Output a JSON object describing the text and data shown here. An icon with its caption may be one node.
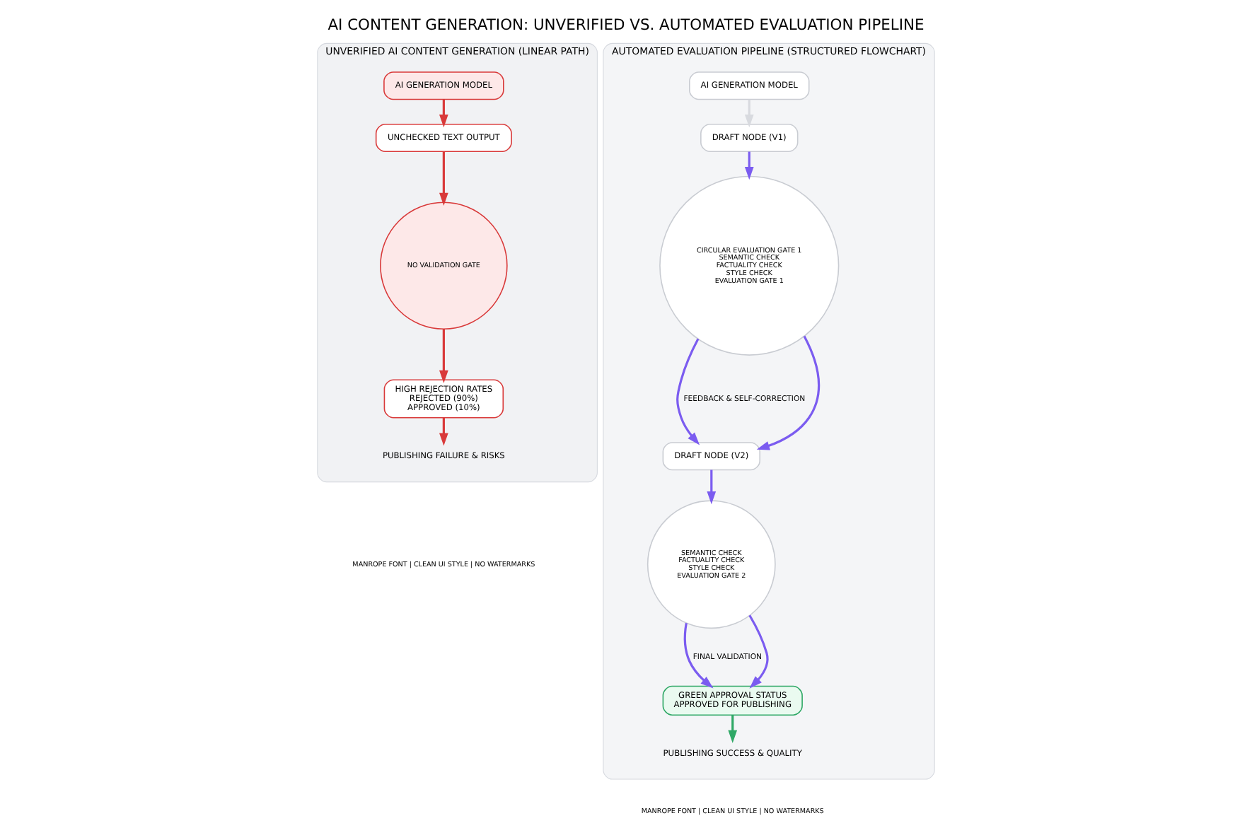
{
  "diagram": {
    "title": "AI CONTENT GENERATION: UNVERIFIED VS. AUTOMATED EVALUATION PIPELINE",
    "nodes": [
      {
        "text": [
          "UNVERIFIED AI CONTENT GENERATION (LINEAR PATH)"
        ]
      },
      {
        "text": [
          "AI GENERATION MODEL"
        ],
        "in": 0
      },
      {
        "text": [
          "UNCHECKED TEXT OUTPUT"
        ],
        "in": 0
      },
      {
        "text": [
          "NO VALIDATION GATE"
        ],
        "in": 0
      },
      {
        "text": [
          "HIGH REJECTION RATES",
          "REJECTED (90%)",
          "APPROVED (10%)"
        ],
        "in": 0
      },
      {
        "text": [
          "PUBLISHING FAILURE & RISKS"
        ],
        "in": 0
      },
      {
        "text": [
          "AUTOMATED EVALUATION PIPELINE (STRUCTURED FLOWCHART)"
        ]
      },
      {
        "text": [
          "AI GENERATION MODEL"
        ],
        "in": 6
      },
      {
        "text": [
          "DRAFT NODE (V1)"
        ],
        "in": 6
      },
      {
        "text": [
          "CIRCULAR EVALUATION GATE 1",
          "SEMANTIC CHECK",
          "FACTUALITY CHECK",
          "STYLE CHECK",
          "EVALUATION GATE 1"
        ],
        "in": 6
      },
      {
        "text": [
          "DRAFT NODE (V2)"
        ],
        "in": 6
      },
      {
        "text": [
          "SEMANTIC CHECK",
          "FACTUALITY CHECK",
          "STYLE CHECK",
          "EVALUATION GATE 2"
        ],
        "in": 6
      },
      {
        "text": [
          "GREEN APPROVAL STATUS",
          "APPROVED FOR PUBLISHING"
        ],
        "in": 6
      },
      {
        "text": [
          "PUBLISHING SUCCESS & QUALITY"
        ],
        "in": 6
      }
    ],
    "edges": [
      {
        "from": 1,
        "to": 2,
        "arrow": "to",
        "color": "#d93a3a"
      },
      {
        "from": 2,
        "to": 3,
        "arrow": "to",
        "color": "#d93a3a"
      },
      {
        "from": 3,
        "to": 4,
        "arrow": "to",
        "color": "#d93a3a"
      },
      {
        "from": 4,
        "to": 5,
        "arrow": "to",
        "color": "#d93a3a"
      },
      {
        "from": 7,
        "to": 8,
        "arrow": "to",
        "color": "#d8dadf"
      },
      {
        "from": 8,
        "to": 9,
        "arrow": "to",
        "color": "#7b5cf0"
      },
      {
        "from": 9,
        "to": 10,
        "arrow": "to",
        "label": "FEEDBACK & SELF-CORRECTION",
        "color": "#7b5cf0"
      },
      {
        "from": 9,
        "to": 10,
        "arrow": "to",
        "color": "#7b5cf0"
      },
      {
        "from": 10,
        "to": 11,
        "arrow": "to",
        "color": "#7b5cf0"
      },
      {
        "from": 11,
        "to": 12,
        "arrow": "to",
        "label": "FINAL VALIDATION",
        "color": "#7b5cf0"
      },
      {
        "from": 11,
        "to": 12,
        "arrow": "to",
        "color": "#7b5cf0"
      },
      {
        "from": 12,
        "to": 13,
        "arrow": "to",
        "color": "#2fa866"
      }
    ],
    "labels": [
      "MANROPE FONT | CLEAN UI STYLE | NO WATERMARKS",
      "MANROPE FONT | CLEAN UI STYLE | NO WATERMARKS"
    ]
  }
}
